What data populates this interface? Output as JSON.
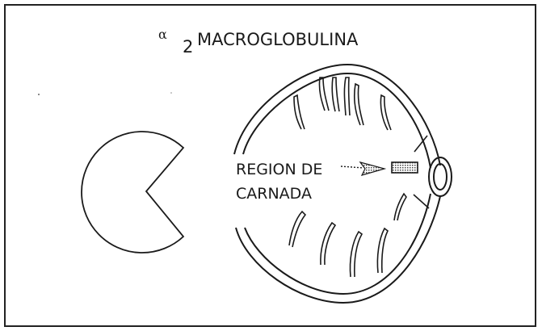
{
  "diagram": {
    "title_prefix": "α",
    "title_subscript": "2",
    "title": "MACROGLOBULINA",
    "label_line1": "REGION DE",
    "label_line2": "CARNADA"
  },
  "colors": {
    "ink": "#1a1a1a",
    "hatch": "#555555"
  }
}
